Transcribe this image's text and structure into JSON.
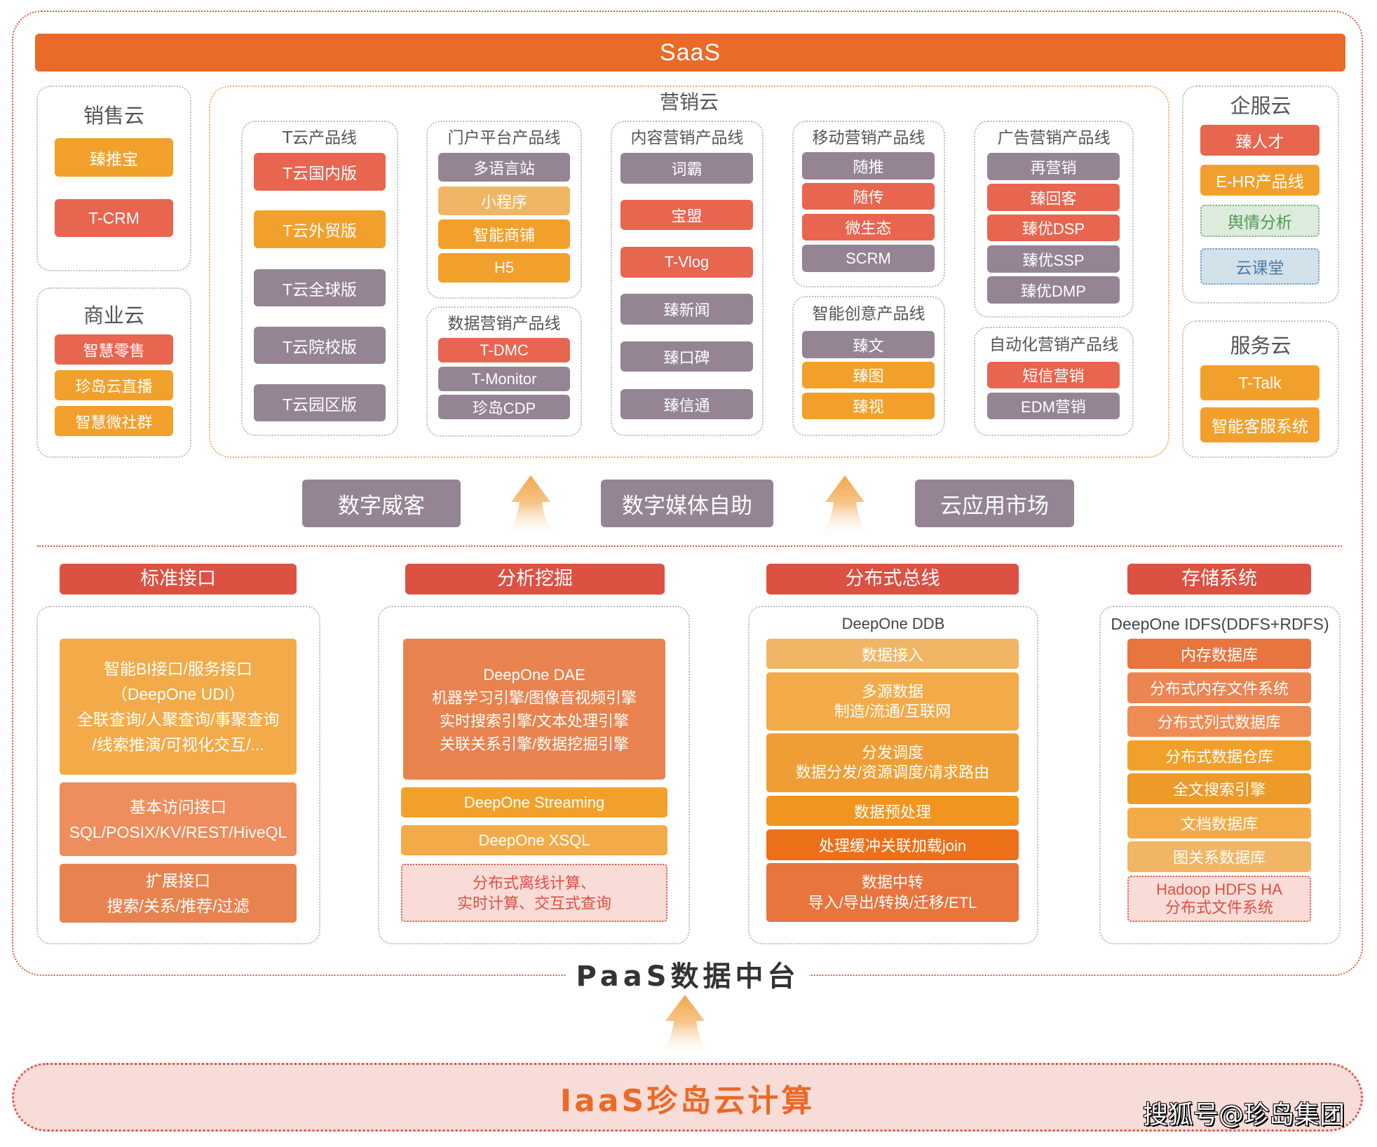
{
  "saas": {
    "label": "SaaS"
  },
  "sales_cloud": {
    "title": "销售云",
    "items": [
      {
        "label": "臻推宝",
        "color": "orange"
      },
      {
        "label": "T-CRM",
        "color": "red"
      }
    ]
  },
  "business_cloud": {
    "title": "商业云",
    "items": [
      {
        "label": "智慧零售",
        "color": "red"
      },
      {
        "label": "珍岛云直播",
        "color": "orange"
      },
      {
        "label": "智慧微社群",
        "color": "orange"
      }
    ]
  },
  "marketing_cloud": {
    "title": "营销云",
    "product_lines": [
      {
        "title": "T云产品线",
        "items": [
          {
            "label": "T云国内版",
            "color": "red"
          },
          {
            "label": "T云外贸版",
            "color": "orange"
          },
          {
            "label": "T云全球版",
            "color": "purple"
          },
          {
            "label": "T云院校版",
            "color": "purple"
          },
          {
            "label": "T云园区版",
            "color": "purple"
          }
        ]
      },
      {
        "title": "门户平台产品线",
        "items": [
          {
            "label": "多语言站",
            "color": "purple"
          },
          {
            "label": "小程序",
            "color": "light-orange"
          },
          {
            "label": "智能商铺",
            "color": "orange"
          },
          {
            "label": "H5",
            "color": "orange"
          }
        ]
      },
      {
        "title": "数据营销产品线",
        "items": [
          {
            "label": "T-DMC",
            "color": "red"
          },
          {
            "label": "T-Monitor",
            "color": "purple"
          },
          {
            "label": "珍岛CDP",
            "color": "purple"
          }
        ]
      },
      {
        "title": "内容营销产品线",
        "items": [
          {
            "label": "词霸",
            "color": "purple"
          },
          {
            "label": "宝盟",
            "color": "red"
          },
          {
            "label": "T-Vlog",
            "color": "red"
          },
          {
            "label": "臻新闻",
            "color": "purple"
          },
          {
            "label": "臻口碑",
            "color": "purple"
          },
          {
            "label": "臻信通",
            "color": "purple"
          }
        ]
      },
      {
        "title": "移动营销产品线",
        "items": [
          {
            "label": "随推",
            "color": "purple"
          },
          {
            "label": "随传",
            "color": "red"
          },
          {
            "label": "微生态",
            "color": "red"
          },
          {
            "label": "SCRM",
            "color": "purple"
          }
        ]
      },
      {
        "title": "智能创意产品线",
        "items": [
          {
            "label": "臻文",
            "color": "purple"
          },
          {
            "label": "臻图",
            "color": "orange"
          },
          {
            "label": "臻视",
            "color": "orange"
          }
        ]
      },
      {
        "title": "广告营销产品线",
        "items": [
          {
            "label": "再营销",
            "color": "purple"
          },
          {
            "label": "臻回客",
            "color": "red"
          },
          {
            "label": "臻优DSP",
            "color": "red"
          },
          {
            "label": "臻优SSP",
            "color": "purple"
          },
          {
            "label": "臻优DMP",
            "color": "purple"
          }
        ]
      },
      {
        "title": "自动化营销产品线",
        "items": [
          {
            "label": "短信营销",
            "color": "red"
          },
          {
            "label": "EDM营销",
            "color": "purple"
          }
        ]
      }
    ]
  },
  "enterprise_cloud": {
    "title": "企服云",
    "items": [
      {
        "label": "臻人才",
        "color": "red"
      },
      {
        "label": "E-HR产品线",
        "color": "orange"
      },
      {
        "label": "舆情分析",
        "color": "green-dashed"
      },
      {
        "label": "云课堂",
        "color": "blue-dashed"
      }
    ]
  },
  "service_cloud": {
    "title": "服务云",
    "items": [
      {
        "label": "T-Talk",
        "color": "orange"
      },
      {
        "label": "智能客服系统",
        "color": "orange"
      }
    ]
  },
  "platforms": [
    {
      "label": "数字威客"
    },
    {
      "label": "数字媒体自助"
    },
    {
      "label": "云应用市场"
    }
  ],
  "paas": {
    "title": "PaaS数据中台",
    "columns": [
      {
        "header": "标准接口",
        "label": "",
        "blocks": [
          {
            "lines": [
              "智能BI接口/服务接口",
              "（DeepOne UDI）",
              "全联查询/人聚查询/事聚查询",
              "/线索推演/可视化交互/..."
            ],
            "color": "#f2ab48"
          },
          {
            "lines": [
              "基本访问接口",
              "SQL/POSIX/KV/REST/HiveQL"
            ],
            "color": "#ee8d5d"
          },
          {
            "lines": [
              "扩展接口",
              "搜索/关系/推荐/过滤"
            ],
            "color": "#e8834f"
          }
        ]
      },
      {
        "header": "分析挖掘",
        "label": "",
        "blocks": [
          {
            "lines": [
              "DeepOne DAE",
              "机器学习引擎/图像音视频引擎",
              "实时搜索引擎/文本处理引擎",
              "关联关系引擎/数据挖掘引擎"
            ],
            "color": "#e8834f"
          },
          {
            "lines": [
              "DeepOne Streaming"
            ],
            "color": "#f2a02c"
          },
          {
            "lines": [
              "DeepOne XSQL"
            ],
            "color": "#f2ab48"
          },
          {
            "lines": [
              "分布式离线计算、",
              "实时计算、交互式查询"
            ],
            "style": "pink-dashed"
          }
        ]
      },
      {
        "header": "分布式总线",
        "label": "DeepOne DDB",
        "blocks": [
          {
            "lines": [
              "数据接入"
            ],
            "color": "#f0b665"
          },
          {
            "lines": [
              "多源数据",
              "制造/流通/互联网"
            ],
            "color": "#f2ab48"
          },
          {
            "lines": [
              "分发调度",
              "数据分发/资源调度/请求路由"
            ],
            "color": "#ee9e35"
          },
          {
            "lines": [
              "数据预处理"
            ],
            "color": "#f29420"
          },
          {
            "lines": [
              "处理缓冲关联加载join"
            ],
            "color": "#ec7018"
          },
          {
            "lines": [
              "数据中转",
              "导入/导出/转换/迁移/ETL"
            ],
            "color": "#e8743e"
          }
        ]
      },
      {
        "header": "存储系统",
        "label": "DeepOne IDFS(DDFS+RDFS)",
        "blocks": [
          {
            "lines": [
              "内存数据库"
            ],
            "color": "#e8743e"
          },
          {
            "lines": [
              "分布式内存文件系统"
            ],
            "color": "#ec8552"
          },
          {
            "lines": [
              "分布式列式数据库"
            ],
            "color": "#ef8c55"
          },
          {
            "lines": [
              "分布式数据仓库"
            ],
            "color": "#f2a02c"
          },
          {
            "lines": [
              "全文搜索引擎"
            ],
            "color": "#ec9a2a"
          },
          {
            "lines": [
              "文档数据库"
            ],
            "color": "#f2ab48"
          },
          {
            "lines": [
              "图关系数据库"
            ],
            "color": "#f0b665"
          },
          {
            "lines": [
              "Hadoop HDFS HA",
              "分布式文件系统"
            ],
            "style": "pink-dashed"
          }
        ]
      }
    ]
  },
  "iaas": {
    "title": "IaaS珍岛云计算"
  },
  "watermark": "搜狐号@珍岛集团",
  "colors": {
    "saas_bar": "#ea6a27",
    "red": "#e8654f",
    "orange": "#f2a02c",
    "light_orange": "#f0b665",
    "purple": "#948494",
    "section_header": "#dc5142",
    "outer_border": "#e5574a",
    "iaas_fill": "#f8dcd8",
    "iaas_text": "#ea6a27"
  }
}
